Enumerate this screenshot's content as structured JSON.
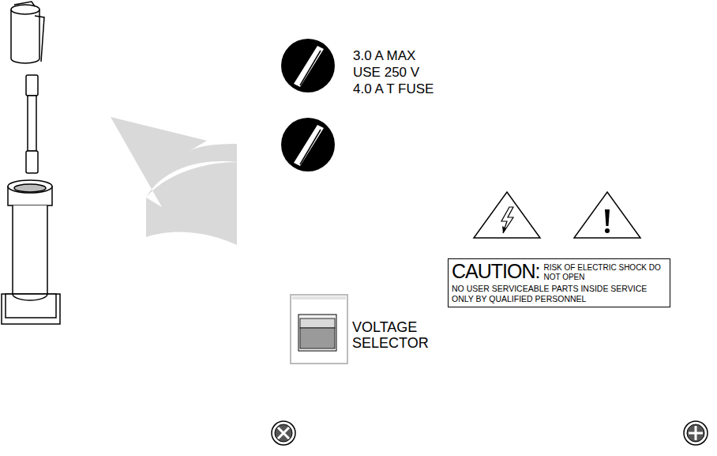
{
  "diagram": {
    "nodes": [
      {
        "text": [
          "CAUTION:",
          "RISK OF ELECTRIC SHOCK DO NOT OPEN",
          "NO USER SERVICEABLE PARTS INSIDE SERVICE ONLY BY QUALIFIED PERSONNEL"
        ]
      }
    ],
    "edges": [],
    "labels": [
      "3.0 A MAX",
      "USE 250 V",
      "4.0 A T FUSE",
      "VOLTAGE SELECTOR"
    ]
  }
}
